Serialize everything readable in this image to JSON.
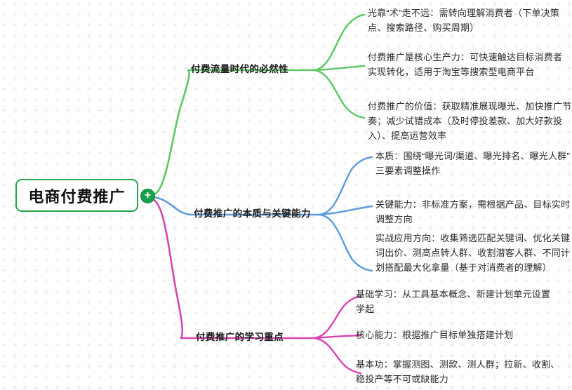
{
  "document": {
    "type": "mindmap",
    "root": {
      "label": "电商付费推广",
      "border_color": "#21a84c"
    },
    "expand_button": {
      "name": "expand-collapse-toggle",
      "glyph": "+",
      "color": "#18a04a"
    }
  },
  "branches": [
    {
      "label": "付费流量时代的必然性",
      "color": "#5cc863",
      "children": [
        {
          "text": "光靠“术”走不远：需转向理解消费者（下单决策点、搜索路径、购买周期）"
        },
        {
          "text": "付费推广是核心生产力：可快速触达目标消费者实现转化，适用于淘宝等搜索型电商平台"
        },
        {
          "text": "付费推广的价值：获取精准展现曝光、加快推广节奏；减少试错成本（及时停投差款、加大好款投入）、提高运营效率"
        }
      ]
    },
    {
      "label": "付费推广的本质与关键能力",
      "color": "#5b9bdd",
      "children": [
        {
          "text": "本质：围绕“曝光词/渠道、曝光排名、曝光人群”三要素调整操作"
        },
        {
          "text": "关键能力：非标准方案，需根据产品、目标实时调整方向"
        },
        {
          "text": "实战应用方向：收集筛选匹配关键词、优化关键词出价、测高点转人群、收割潜客人群、不同计划搭配最大化拿量（基于对消费者的理解）"
        }
      ]
    },
    {
      "label": "付费推广的学习重点",
      "color": "#d845b0",
      "children": [
        {
          "text": "基础学习：从工具基本概念、新建计划单元设置学起"
        },
        {
          "text": "核心能力：根据推广目标单独搭建计划"
        },
        {
          "text": "基本功：掌握测图、测款、测人群；拉新、收割、稳投产等不可或缺能力"
        }
      ]
    }
  ],
  "canvas": {
    "background_color": "#ffffff",
    "grid_mark_color": "#e8e8e8"
  }
}
